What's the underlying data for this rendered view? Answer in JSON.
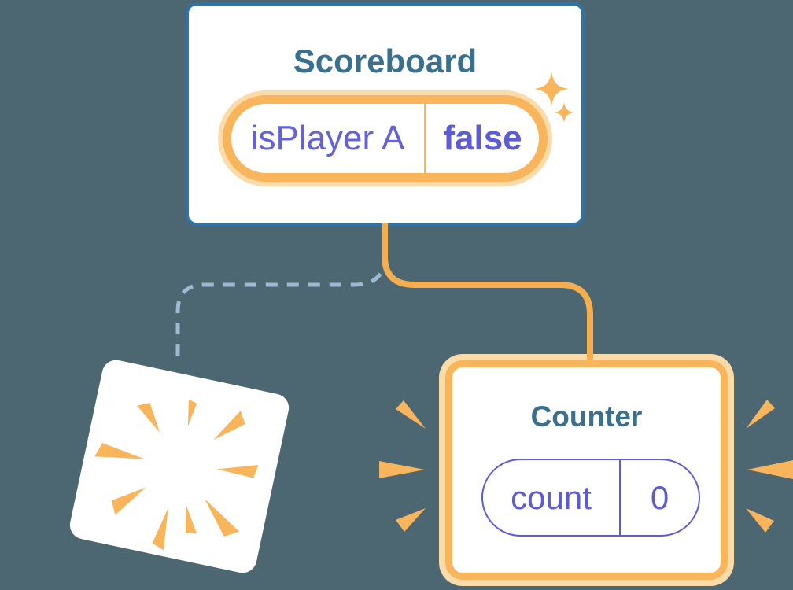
{
  "diagram": {
    "background": "#4C6771",
    "colors": {
      "card_background": "#FFFFFF",
      "card_border_blue": "#2E74A8",
      "component_title": "#38708E",
      "state_text": "#5D5BD6",
      "orange": "#F8B55C",
      "orange_line": "#F4AE50",
      "orange_light": "#FBDCA8",
      "dashed_line": "#9FB9D3"
    },
    "scoreboard": {
      "title": "Scoreboard",
      "state_name": "isPlayer A",
      "state_value": "false"
    },
    "counter": {
      "title": "Counter",
      "state_name": "count",
      "state_value": "0"
    },
    "icons": {
      "sparkles": "sparkles-icon",
      "poof": "poof-burst-icon",
      "emphasis_left": "emphasis-lines-left-icon",
      "emphasis_right": "emphasis-lines-right-icon"
    }
  }
}
